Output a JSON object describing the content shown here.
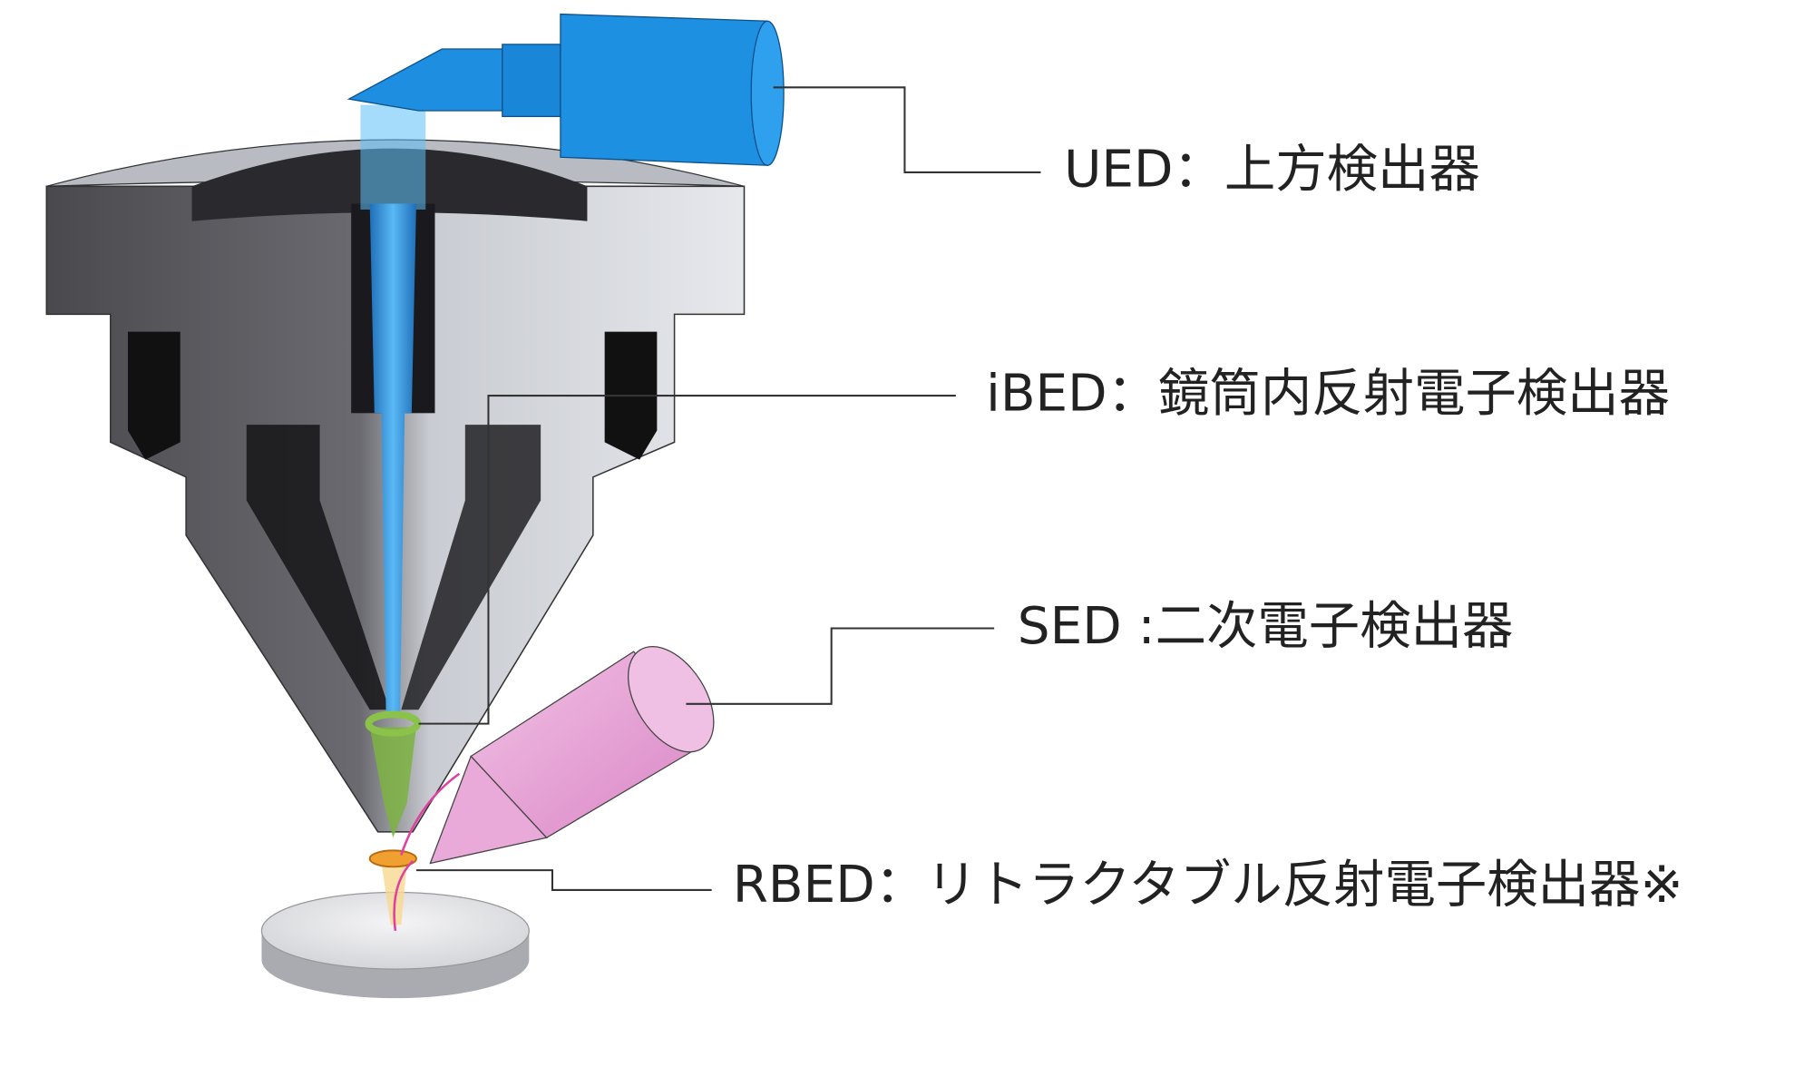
{
  "labels": {
    "ued": "UED：上方検出器",
    "ibed": "iBED：鏡筒内反射電子検出器",
    "sed": "SED :二次電子検出器",
    "rbed": "RBED：リトラクタブル反射電子検出器※"
  },
  "colors": {
    "ued_detector": "#1e8fe0",
    "beam": "#3aa0e8",
    "sed_detector": "#e8a6d8",
    "ibed_ring": "#8bc34a",
    "rbed_ring": "#f0a030",
    "body_dark": "#5a5a5e",
    "body_light": "#d8dadf"
  }
}
